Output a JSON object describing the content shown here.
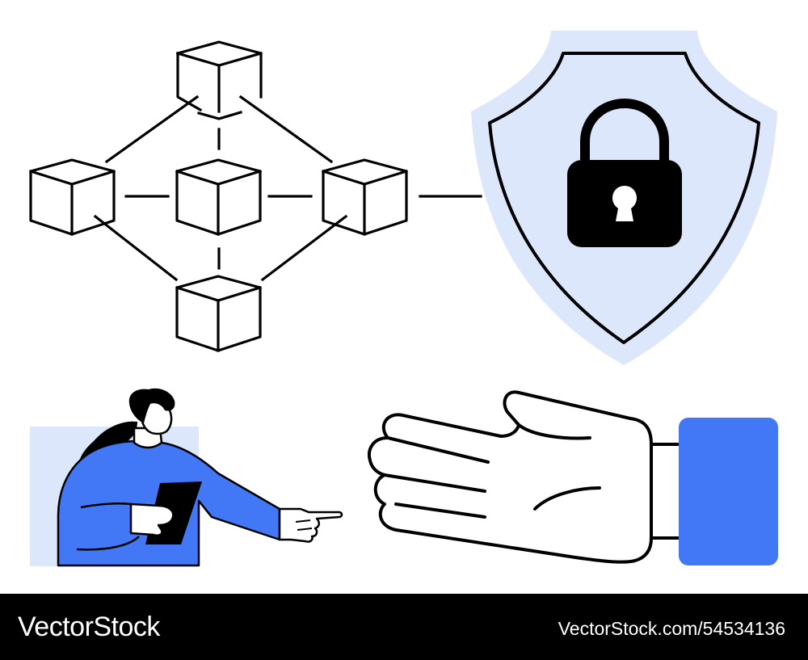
{
  "watermark": {
    "brand": "VectorStock",
    "image_url": "VectorStock.com/54534136"
  },
  "colors": {
    "outline": "#000000",
    "accent_blue": "#4277f5",
    "light_blue": "#dde7fb",
    "skin": "#ffffff",
    "footer_background": "#000000"
  },
  "icons": [
    "blockchain-network-icon",
    "shield-icon",
    "padlock-icon",
    "person-with-tablet",
    "open-hand-icon"
  ]
}
